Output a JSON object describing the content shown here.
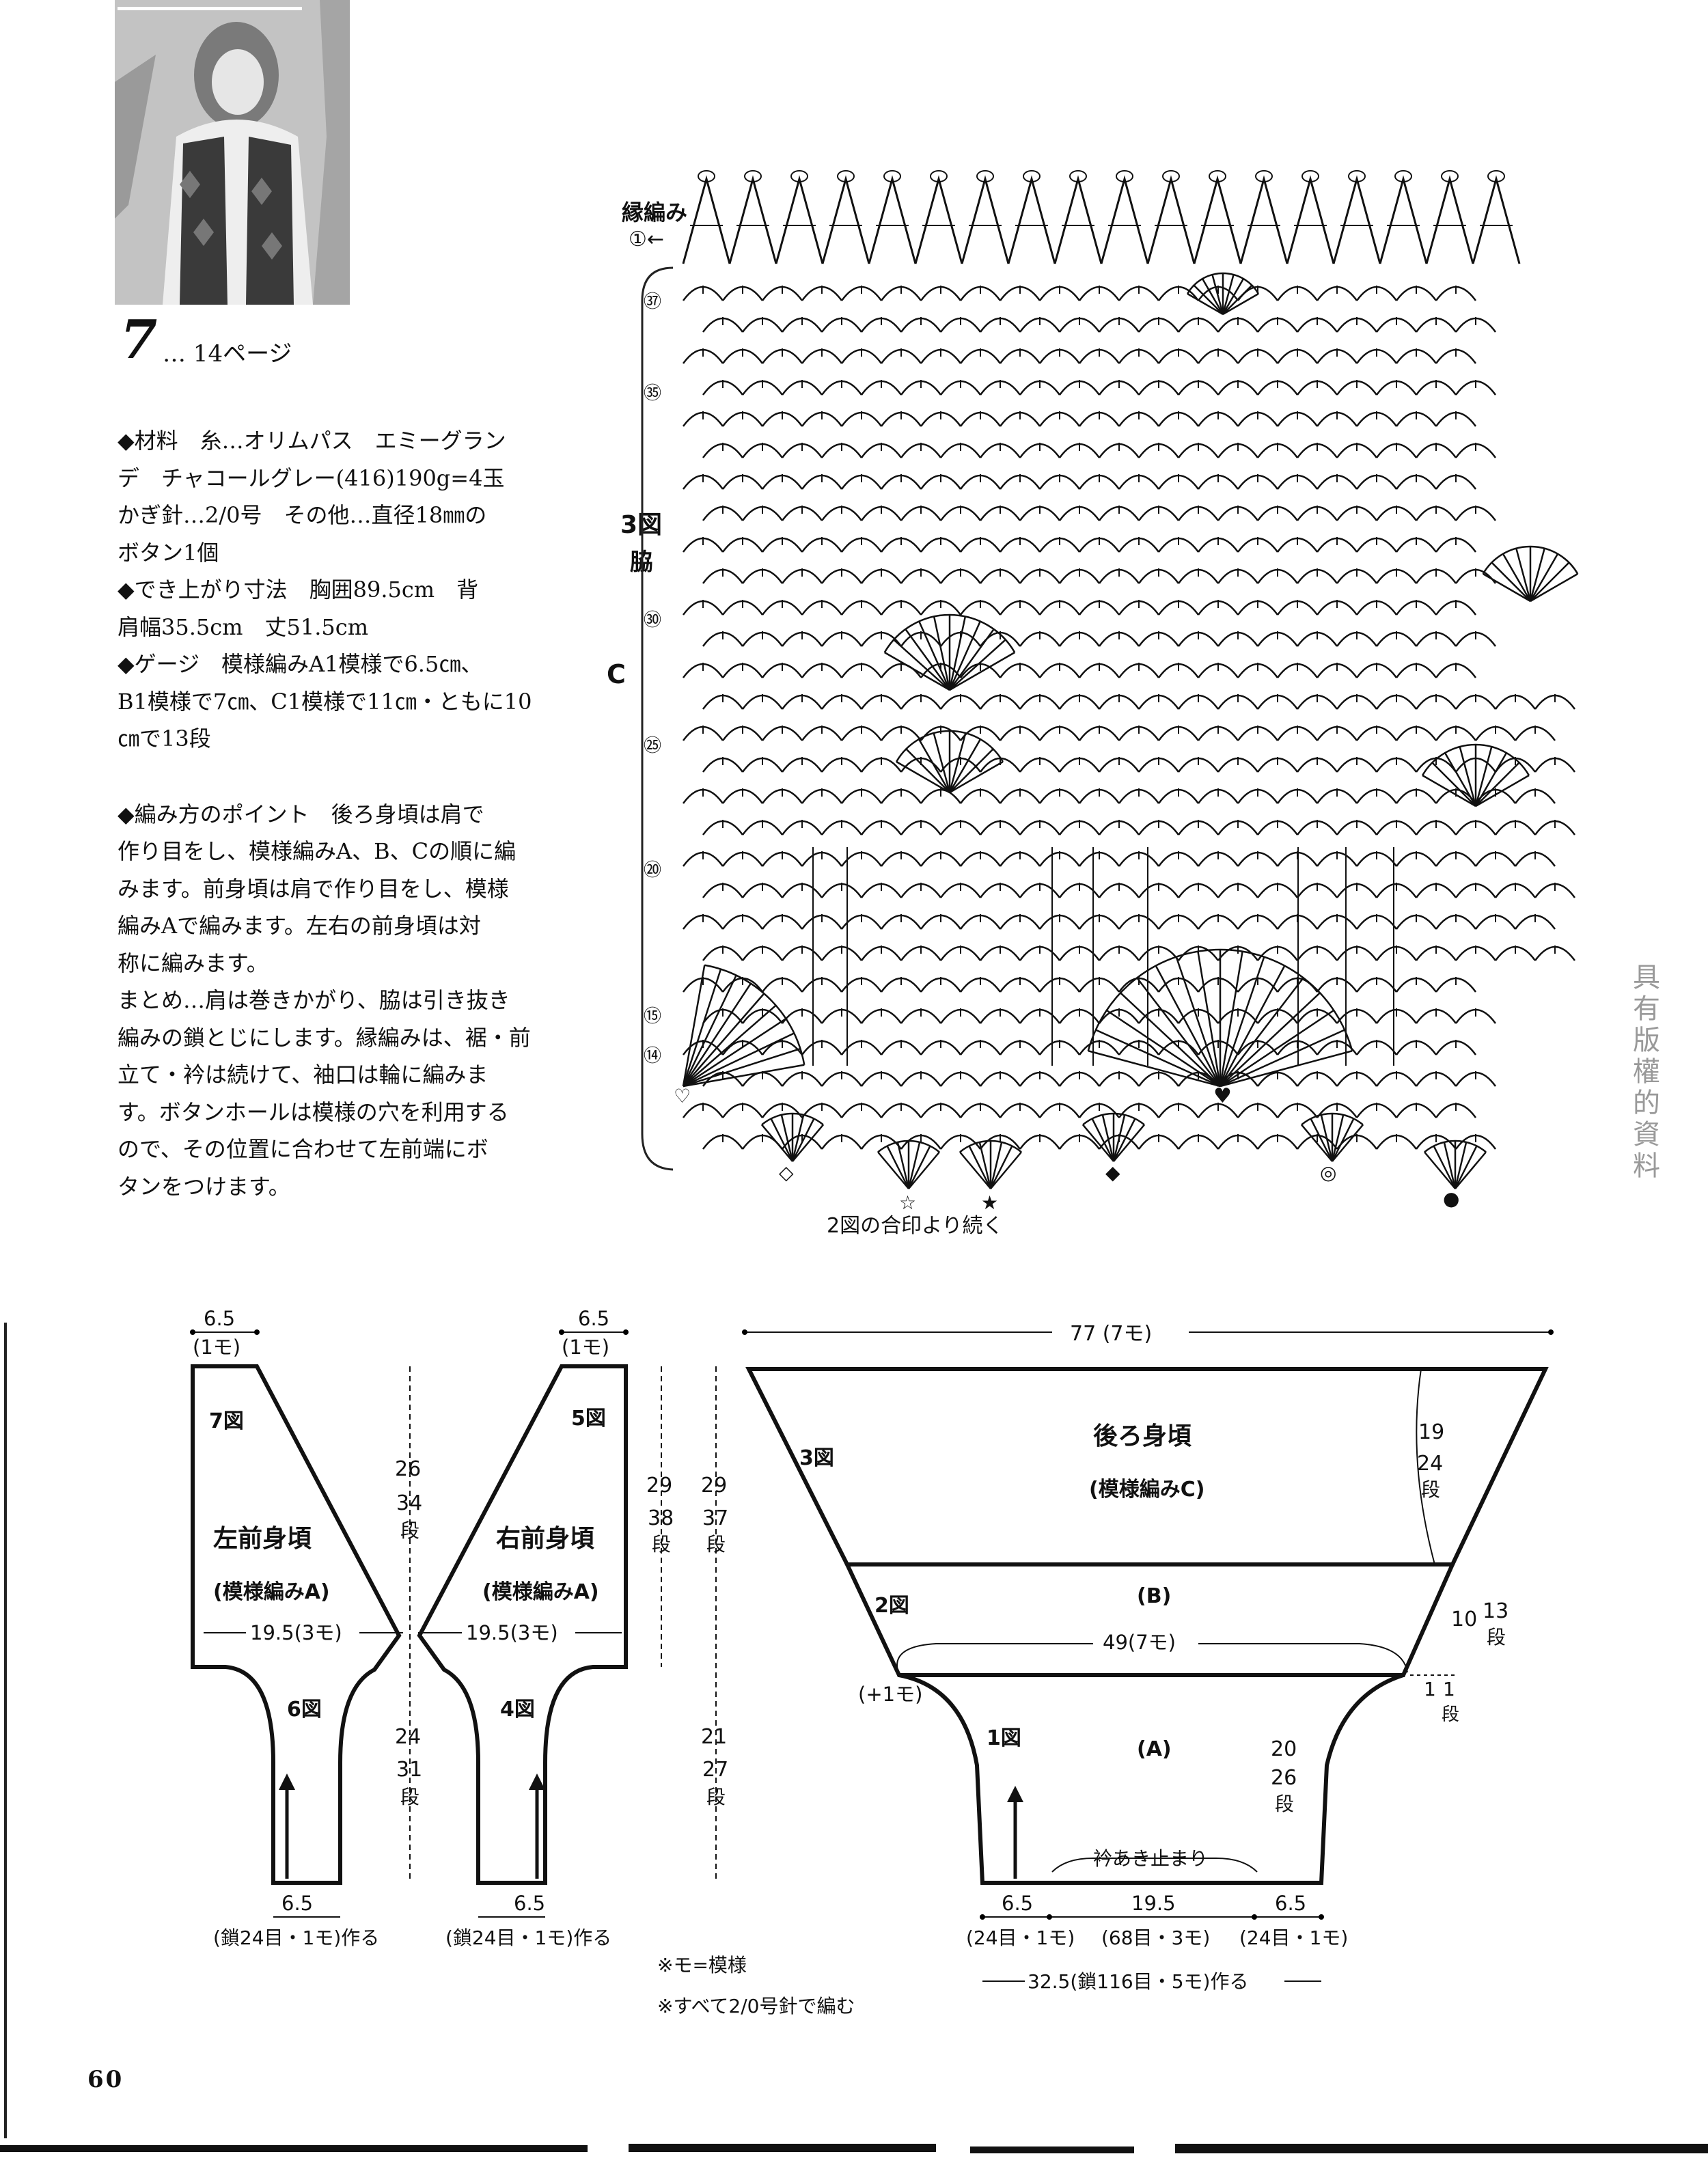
{
  "header": {
    "pattern_number": "7",
    "page_ref": "… 14ページ"
  },
  "info": {
    "lines": [
      "◆材料　糸…オリムパス　エミーグラン",
      "デ　チャコールグレー(416)190g=4玉",
      "かぎ針…2/0号　その他…直径18㎜の",
      "ボタン1個",
      "◆でき上がり寸法　胸囲89.5cm　背",
      "肩幅35.5cm　丈51.5cm",
      "◆ゲージ　模様編みA1模様で6.5㎝、",
      "B1模様で7㎝、C1模様で11㎝・ともに10",
      "㎝で13段",
      "",
      "◆編み方のポイント　後ろ身頃は肩で",
      "作り目をし、模様編みA、B、Cの順に編",
      "みます。前身頃は肩で作り目をし、模様",
      "編みAで編みます。左右の前身頃は対",
      "称に編みます。",
      "まとめ…肩は巻きかがり、脇は引き抜き",
      "編みの鎖とじにします。縁編みは、裾・前",
      "立て・衿は続けて、袖口は輪に編みま",
      "す。ボタンホールは模様の穴を利用する",
      "ので、その位置に合わせて左前端にボ",
      "タンをつけます。"
    ]
  },
  "copyright": "具有版權的資料",
  "crochet_chart": {
    "edging_label": "縁編み",
    "edging_row": "①←",
    "figure_label": "3図",
    "side_label": "脇",
    "section_label": "C",
    "row_markers": [
      "㊲",
      "㉟",
      "㉚",
      "㉕",
      "⑳",
      "⑮",
      "⑭"
    ],
    "continue_note": "2図の合印より続く",
    "symbols": [
      "♡",
      "◇",
      "☆",
      "★",
      "◆",
      "♥",
      "◎",
      "●"
    ]
  },
  "schematics": {
    "left_front": {
      "top_width": "6.5",
      "top_width_sub": "(1モ)",
      "fig_top": "7図",
      "title": "左前身頃",
      "subtitle": "(模様編みA)",
      "width": "19.5(3モ)",
      "fig_bottom": "6図",
      "upper_height": "26",
      "upper_rows": "34",
      "lower_height": "24",
      "lower_rows": "31",
      "bottom_width": "6.5",
      "bottom_note": "(鎖24目・1モ)作る"
    },
    "right_front": {
      "top_width": "6.5",
      "top_width_sub": "(1モ)",
      "fig_top": "5図",
      "title": "右前身頃",
      "subtitle": "(模様編みA)",
      "width": "19.5(3モ)",
      "fig_bottom": "4図",
      "upper_height_a": "29",
      "upper_rows_a": "38",
      "upper_height_b": "29",
      "upper_rows_b": "37",
      "lower_height": "21",
      "lower_rows": "27",
      "bottom_width": "6.5",
      "bottom_note": "(鎖24目・1モ)作る"
    },
    "back": {
      "top_width": "77 (7モ)",
      "title": "後ろ身頃",
      "subtitle": "(模様編みC)",
      "fig3": "3図",
      "fig2": "2図",
      "fig1": "1図",
      "section_b": "(B)",
      "section_a": "(A)",
      "mid_width": "49(7モ)",
      "plus": "(+1モ)",
      "c_height": "19",
      "c_rows": "24",
      "b_height": "10",
      "b_rows": "13",
      "step_height": "1",
      "step_rows": "1",
      "a_height": "20",
      "a_rows": "26",
      "neck_note": "衿あき止まり",
      "bottom_left": "6.5",
      "bottom_left_sub": "(24目・1モ)",
      "bottom_mid": "19.5",
      "bottom_mid_sub": "(68目・3モ)",
      "bottom_right": "6.5",
      "bottom_right_sub": "(24目・1モ)",
      "total": "32.5(鎖116目・5モ)作る"
    },
    "dan": "段",
    "notes": [
      "※モ=模様",
      "※すべて2/0号針で編む"
    ]
  },
  "footer": {
    "page_number": "60"
  }
}
